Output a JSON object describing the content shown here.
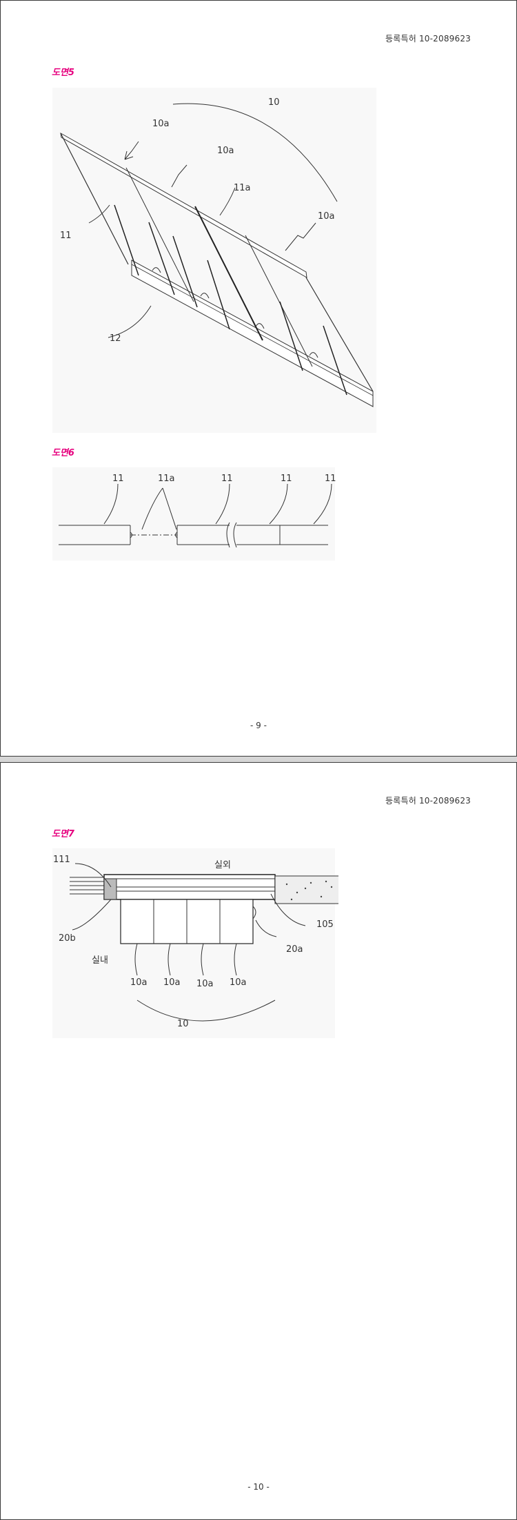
{
  "page1": {
    "patent_number": "등록특허 10-2089623",
    "figure5": {
      "title": "도면5",
      "labels": {
        "overall": "10",
        "panel_a1": "10a",
        "panel_a2": "10a",
        "panel_a3": "10a",
        "fold": "11a",
        "sheet": "11",
        "holder": "12"
      }
    },
    "figure6": {
      "title": "도면6",
      "labels": {
        "l1": "11",
        "l2": "11a",
        "l3": "11",
        "l4": "11",
        "l5": "11"
      }
    },
    "page_number": "- 9 -"
  },
  "page2": {
    "patent_number": "등록특허 10-2089623",
    "figure7": {
      "title": "도면7",
      "labels": {
        "top": "111",
        "outdoor": "실외",
        "left_lower": "20b",
        "right_frame": "105",
        "right_seal": "20a",
        "indoor": "실내",
        "p1": "10a",
        "p2": "10a",
        "p3": "10a",
        "p4": "10a",
        "group": "10"
      }
    },
    "page_number": "- 10 -"
  }
}
